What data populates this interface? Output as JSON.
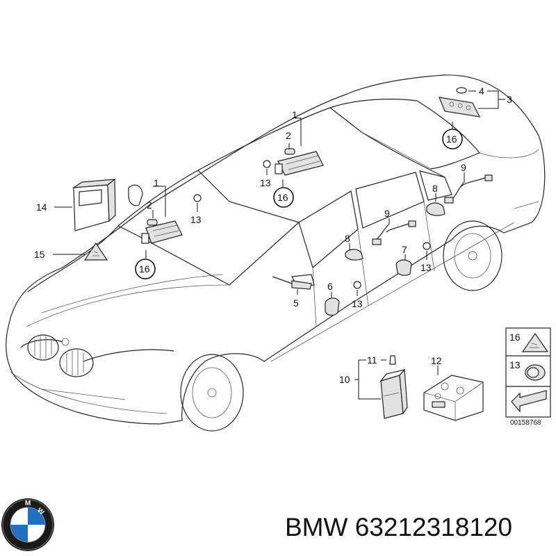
{
  "callouts": [
    {
      "id": "c1a",
      "text": "1"
    },
    {
      "id": "c2a",
      "text": "2"
    },
    {
      "id": "c13a",
      "text": "13"
    },
    {
      "id": "c16a",
      "text": "16"
    },
    {
      "id": "c1b",
      "text": "1"
    },
    {
      "id": "c2b",
      "text": "2"
    },
    {
      "id": "c13b",
      "text": "13"
    },
    {
      "id": "c16b",
      "text": "16"
    },
    {
      "id": "c4",
      "text": "4"
    },
    {
      "id": "c3",
      "text": "3"
    },
    {
      "id": "c16c",
      "text": "16"
    },
    {
      "id": "c14",
      "text": "14"
    },
    {
      "id": "c15",
      "text": "15"
    },
    {
      "id": "c9a",
      "text": "9"
    },
    {
      "id": "c8a",
      "text": "8"
    },
    {
      "id": "c9b",
      "text": "9"
    },
    {
      "id": "c8b",
      "text": "8"
    },
    {
      "id": "c7",
      "text": "7"
    },
    {
      "id": "c13c",
      "text": "13"
    },
    {
      "id": "c6",
      "text": "6"
    },
    {
      "id": "c13d",
      "text": "13"
    },
    {
      "id": "c5",
      "text": "5"
    },
    {
      "id": "c11",
      "text": "11"
    },
    {
      "id": "c10",
      "text": "10"
    },
    {
      "id": "c12",
      "text": "12"
    }
  ],
  "legend": {
    "items": [
      {
        "number": "16",
        "icon": "warning-triangle-icon"
      },
      {
        "number": "13",
        "icon": "grommet-plug-icon"
      }
    ],
    "arrow_icon": "direction-arrow-icon",
    "reference_code": "00158768"
  },
  "logo": {
    "brand": "BMW",
    "icon": "bmw-roundel-logo"
  },
  "caption": {
    "brand": "BMW",
    "part_number": "63212318120"
  }
}
